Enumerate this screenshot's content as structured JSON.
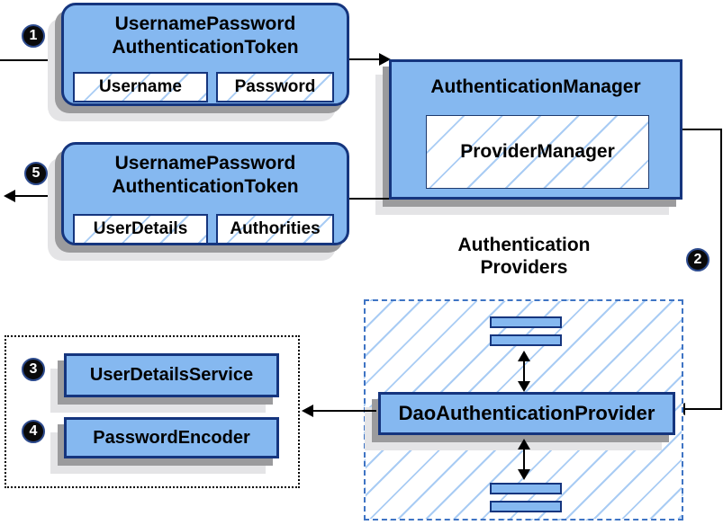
{
  "flow_steps": {
    "step1": "1",
    "step2": "2",
    "step3": "3",
    "step4": "4",
    "step5": "5"
  },
  "request_token": {
    "title_line1": "UsernamePassword",
    "title_line2": "AuthenticationToken",
    "fields": [
      "Username",
      "Password"
    ]
  },
  "authentication_manager": {
    "title": "AuthenticationManager",
    "inner_box": "ProviderManager"
  },
  "result_token": {
    "title_line1": "UsernamePassword",
    "title_line2": "AuthenticationToken",
    "fields": [
      "UserDetails",
      "Authorities"
    ]
  },
  "authentication_providers": {
    "heading_line1": "Authentication",
    "heading_line2": "Providers",
    "provider": "DaoAuthenticationProvider"
  },
  "collaborators": {
    "items": [
      "UserDetailsService",
      "PasswordEncoder"
    ]
  },
  "colors": {
    "box_fill": "#85b8f0",
    "box_border": "#15357e",
    "hatch_line": "#a9ccf4",
    "dashed_border": "#3f74c4",
    "shadow_dark": "#9b9b9d",
    "shadow_light": "#e4e4e6",
    "connector": "#000000",
    "step_badge_bg": "#0a0a0a",
    "step_badge_text": "#ffffff"
  }
}
